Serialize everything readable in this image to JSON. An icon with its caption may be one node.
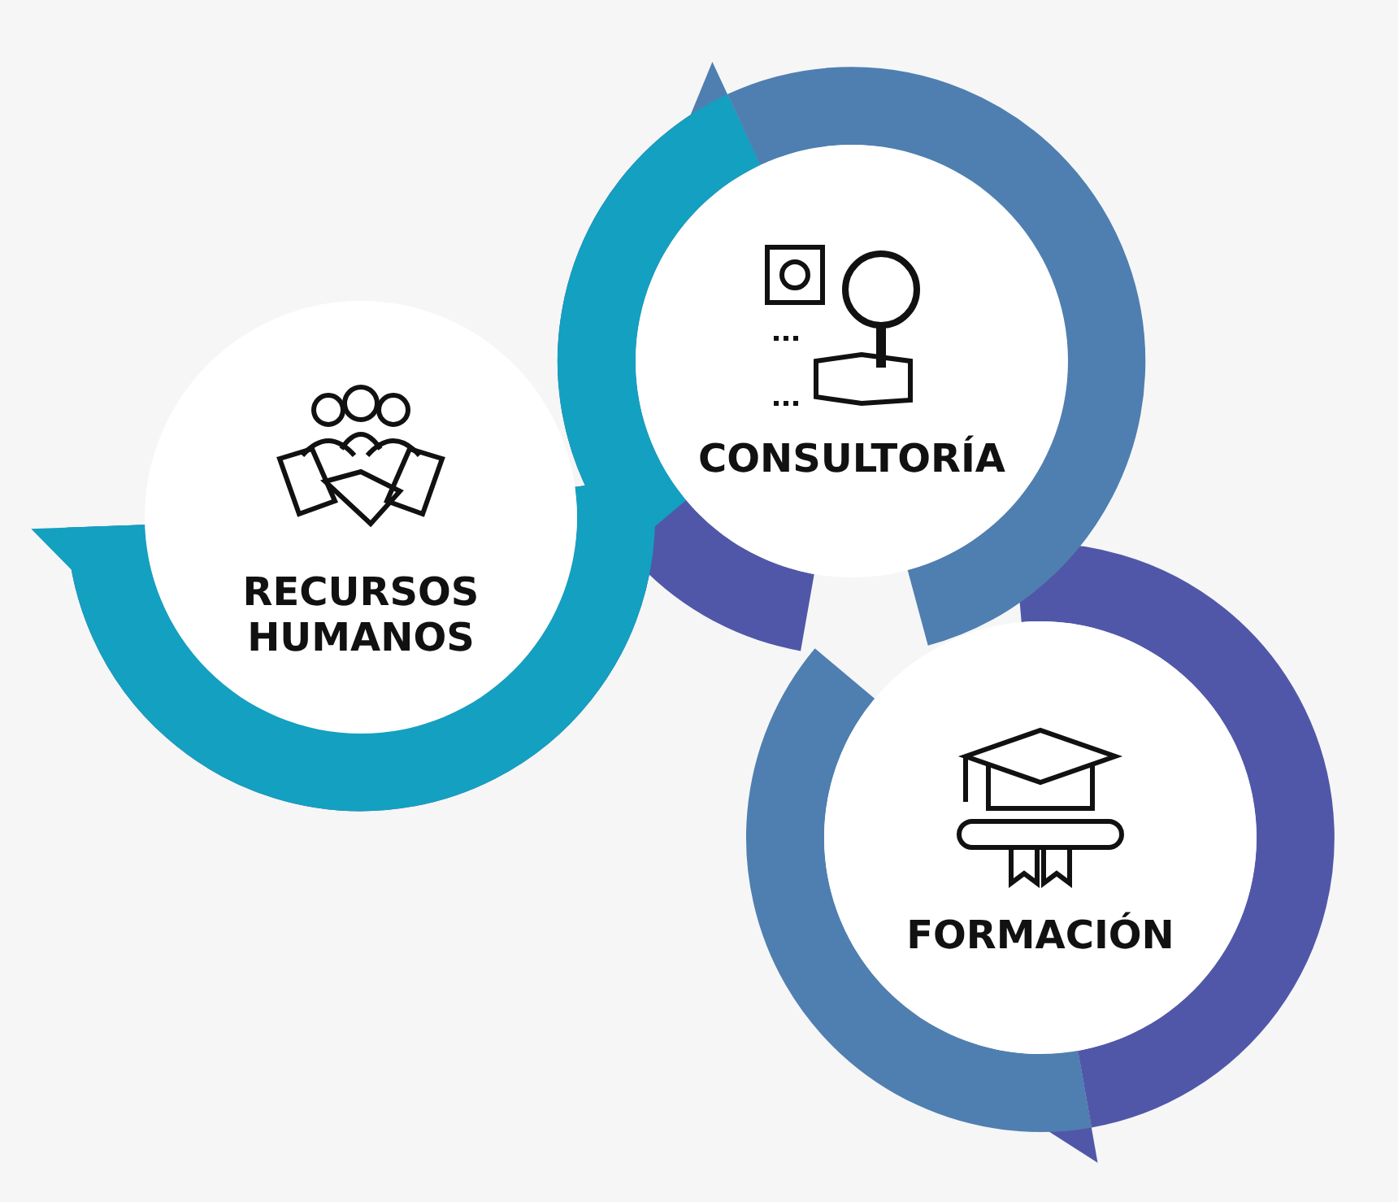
{
  "diagram": {
    "nodes": [
      {
        "text": [
          "RECURSOS HUMANOS"
        ]
      },
      {
        "text": [
          "CONSULTORÍA"
        ]
      },
      {
        "text": [
          "FORMACIÓN"
        ]
      }
    ]
  }
}
